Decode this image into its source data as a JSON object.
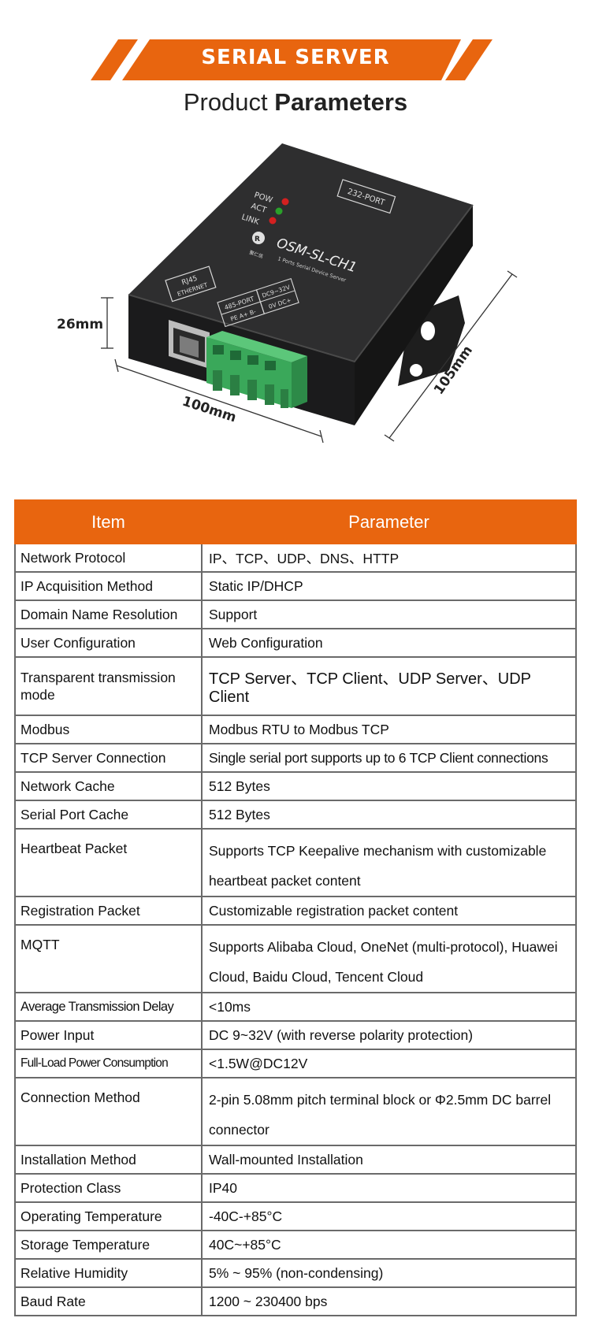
{
  "banner": {
    "title": "SERIAL SERVER",
    "subtitle_prefix": "Product ",
    "subtitle_bold": "Parameters",
    "accent_color": "#e8650f"
  },
  "product": {
    "model": "OSM-SL-CH1",
    "model_sub": "1 Ports Serial Device Server",
    "brand": "聚仁信",
    "port_232": "232-PORT",
    "led_pow": "POW",
    "led_act": "ACT",
    "led_link": "LINK",
    "rj45_line1": "RJ45",
    "rj45_line2": "ETHERNET",
    "port_485": "485-PORT",
    "port_485_pins": "PE  A+  B-",
    "dc_label": "DC9~32V",
    "dc_pins": "0V  DC+",
    "dim_height": "26mm",
    "dim_width": "100mm",
    "dim_depth": "105mm"
  },
  "table": {
    "header_item": "Item",
    "header_param": "Parameter",
    "rows": [
      {
        "item": "Network Protocol",
        "param": "IP、TCP、UDP、DNS、HTTP"
      },
      {
        "item": "IP Acquisition Method",
        "param": "Static IP/DHCP"
      },
      {
        "item": "Domain Name Resolution",
        "param": "Support"
      },
      {
        "item": "User Configuration",
        "param": "Web Configuration"
      },
      {
        "item": "Transparent transmission mode",
        "param": "TCP Server、TCP Client、UDP Server、UDP Client"
      },
      {
        "item": "Modbus",
        "param": "Modbus RTU to Modbus TCP"
      },
      {
        "item": "TCP Server Connection",
        "param": "Single serial port supports up to 6 TCP Client connections"
      },
      {
        "item": "Network Cache",
        "param": "512 Bytes"
      },
      {
        "item": "Serial Port Cache",
        "param": "512 Bytes"
      },
      {
        "item": "Heartbeat Packet",
        "param": "Supports TCP Keepalive mechanism with customizable heartbeat packet content"
      },
      {
        "item": "Registration Packet",
        "param": "Customizable registration packet content"
      },
      {
        "item": "MQTT",
        "param": "Supports Alibaba Cloud, OneNet (multi-protocol), Huawei Cloud, Baidu Cloud, Tencent Cloud"
      },
      {
        "item": "Average Transmission Delay",
        "param": "<10ms"
      },
      {
        "item": "Power Input",
        "param": "DC 9~32V (with reverse polarity protection)"
      },
      {
        "item": "Full-Load Power Consumption",
        "param": "<1.5W@DC12V"
      },
      {
        "item": "Connection Method",
        "param": "2-pin 5.08mm pitch terminal block or Φ2.5mm DC barrel connector"
      },
      {
        "item": "Installation Method",
        "param": "Wall-mounted Installation"
      },
      {
        "item": "Protection Class",
        "param": "IP40"
      },
      {
        "item": "Operating Temperature",
        "param": "-40C-+85°C"
      },
      {
        "item": "Storage Temperature",
        "param": "40C~+85°C"
      },
      {
        "item": "Relative Humidity",
        "param": "5% ~ 95% (non-condensing)"
      },
      {
        "item": "Baud Rate",
        "param": "1200 ~ 230400 bps"
      }
    ]
  }
}
